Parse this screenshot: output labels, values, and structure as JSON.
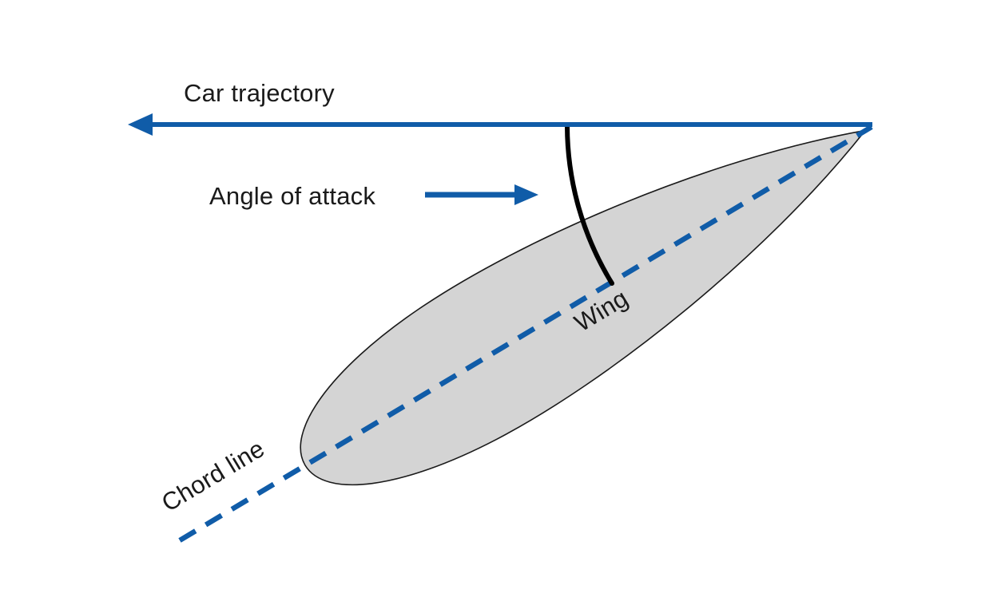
{
  "diagram": {
    "type": "airfoil-angle-of-attack-diagram",
    "labels": {
      "trajectory": "Car trajectory",
      "angle_of_attack": "Angle of attack",
      "wing": "Wing",
      "chord_line": "Chord line"
    },
    "colors": {
      "accent_blue": "#105CA8",
      "wing_fill": "#D4D4D4",
      "wing_outline": "#1A1A1A",
      "arc_black": "#000000",
      "text_color": "#1A1A1A",
      "background": "#FFFFFF"
    }
  }
}
